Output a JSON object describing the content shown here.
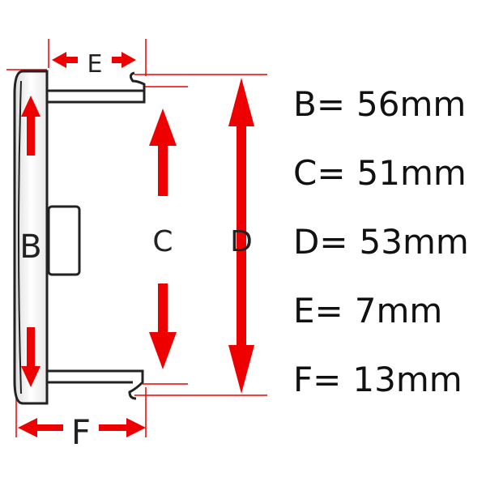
{
  "diagram": {
    "labels": {
      "B": "B",
      "C": "C",
      "D": "D",
      "E": "E",
      "F": "F"
    }
  },
  "dimensions": [
    {
      "letter": "B",
      "value": "56mm"
    },
    {
      "letter": "C",
      "value": "51mm"
    },
    {
      "letter": "D",
      "value": "53mm"
    },
    {
      "letter": "E",
      "value": "7mm"
    },
    {
      "letter": "F",
      "value": "13mm"
    }
  ],
  "colors": {
    "arrow": "#ee0000",
    "outline": "#222222",
    "guide": "#ee0000"
  }
}
